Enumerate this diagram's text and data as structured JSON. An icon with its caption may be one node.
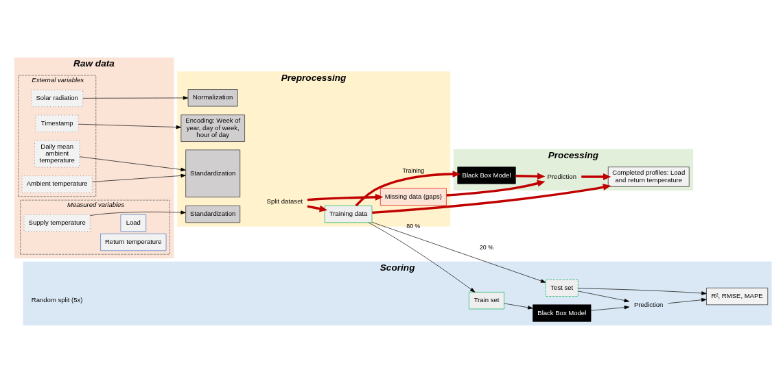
{
  "diagram": {
    "nodes": [
      {
        "text": [
          "Raw data"
        ]
      },
      {
        "text": [
          "External variables"
        ],
        "in": 0
      },
      {
        "text": [
          "Timestamp"
        ],
        "in": 1
      },
      {
        "text": [
          "Ambient temperature"
        ],
        "in": 1
      },
      {
        "text": [
          "Daily mean ambient temperature"
        ],
        "in": 1
      },
      {
        "text": [
          "Solar radiation"
        ],
        "in": 1
      },
      {
        "text": [
          "Measured variables"
        ],
        "in": 0
      },
      {
        "text": [
          "Supply temperature"
        ],
        "in": 6
      },
      {
        "text": [
          "Return temperature"
        ],
        "in": 6
      },
      {
        "text": [
          "Load"
        ],
        "in": 6
      },
      {
        "text": [
          "Preprocessing"
        ]
      },
      {
        "text": [
          "Encoding: Week of year, day of week, hour of day"
        ],
        "in": 10
      },
      {
        "text": [
          "Standardization"
        ],
        "in": 10
      },
      {
        "text": [
          "Normalization"
        ],
        "in": 10
      },
      {
        "text": [
          "Standardization"
        ],
        "in": 10
      },
      {
        "text": [
          "Split dataset"
        ],
        "in": 10
      },
      {
        "text": [
          "Training data"
        ],
        "in": 10
      },
      {
        "text": [
          "Missing data (gaps)"
        ],
        "in": 10
      },
      {
        "text": [
          "Scoring"
        ]
      },
      {
        "text": [
          "Train set"
        ],
        "in": 18
      },
      {
        "text": [
          "Black Box Model"
        ],
        "in": 18
      },
      {
        "text": [
          "Prediction"
        ],
        "in": 18
      },
      {
        "text": [
          "Test set"
        ],
        "in": 18
      },
      {
        "text": [
          "R², RMSE, MAPE"
        ],
        "in": 18
      },
      {
        "text": [
          "Processing"
        ]
      },
      {
        "text": [
          "Black Box Model"
        ],
        "in": 24
      },
      {
        "text": [
          "Completed profiles: Load and return temperature"
        ],
        "in": 24
      },
      {
        "text": [
          "Prediction"
        ],
        "in": 24
      }
    ],
    "edges": [
      {
        "from": 2,
        "to": 11,
        "arrow": "to"
      },
      {
        "from": 3,
        "to": 12,
        "arrow": "to"
      },
      {
        "from": 4,
        "to": 12,
        "arrow": "to"
      },
      {
        "from": 5,
        "to": 13,
        "arrow": "to"
      },
      {
        "from": 7,
        "to": 14,
        "arrow": "to"
      },
      {
        "from": 15,
        "to": 16,
        "arrow": "to",
        "style": "thick",
        "color": "#c00000"
      },
      {
        "from": 15,
        "to": 17,
        "arrow": "to",
        "style": "thick",
        "color": "#c00000"
      },
      {
        "from": 16,
        "to": 19,
        "arrow": "to",
        "label": "80 %"
      },
      {
        "from": 16,
        "to": 22,
        "arrow": "to",
        "label": "20 %"
      },
      {
        "from": 19,
        "to": 20,
        "arrow": "to"
      },
      {
        "from": 20,
        "to": 21,
        "arrow": "to"
      },
      {
        "from": 22,
        "to": 21,
        "arrow": "to"
      },
      {
        "from": 21,
        "to": 23,
        "arrow": "to"
      },
      {
        "from": 22,
        "to": 23,
        "arrow": "to"
      },
      {
        "from": 16,
        "to": 25,
        "arrow": "to",
        "label": "Training",
        "style": "thick",
        "color": "#c00000"
      },
      {
        "from": 16,
        "to": 26,
        "arrow": "to",
        "style": "thick",
        "color": "#c00000"
      },
      {
        "from": 25,
        "to": 27,
        "arrow": "to",
        "style": "thick",
        "color": "#c00000"
      },
      {
        "from": 17,
        "to": 27,
        "arrow": "to",
        "style": "thick",
        "color": "#c00000"
      },
      {
        "from": 27,
        "to": 26,
        "arrow": "to",
        "style": "thick",
        "color": "#c00000"
      }
    ],
    "labels": [
      "Random split (5x)"
    ]
  }
}
